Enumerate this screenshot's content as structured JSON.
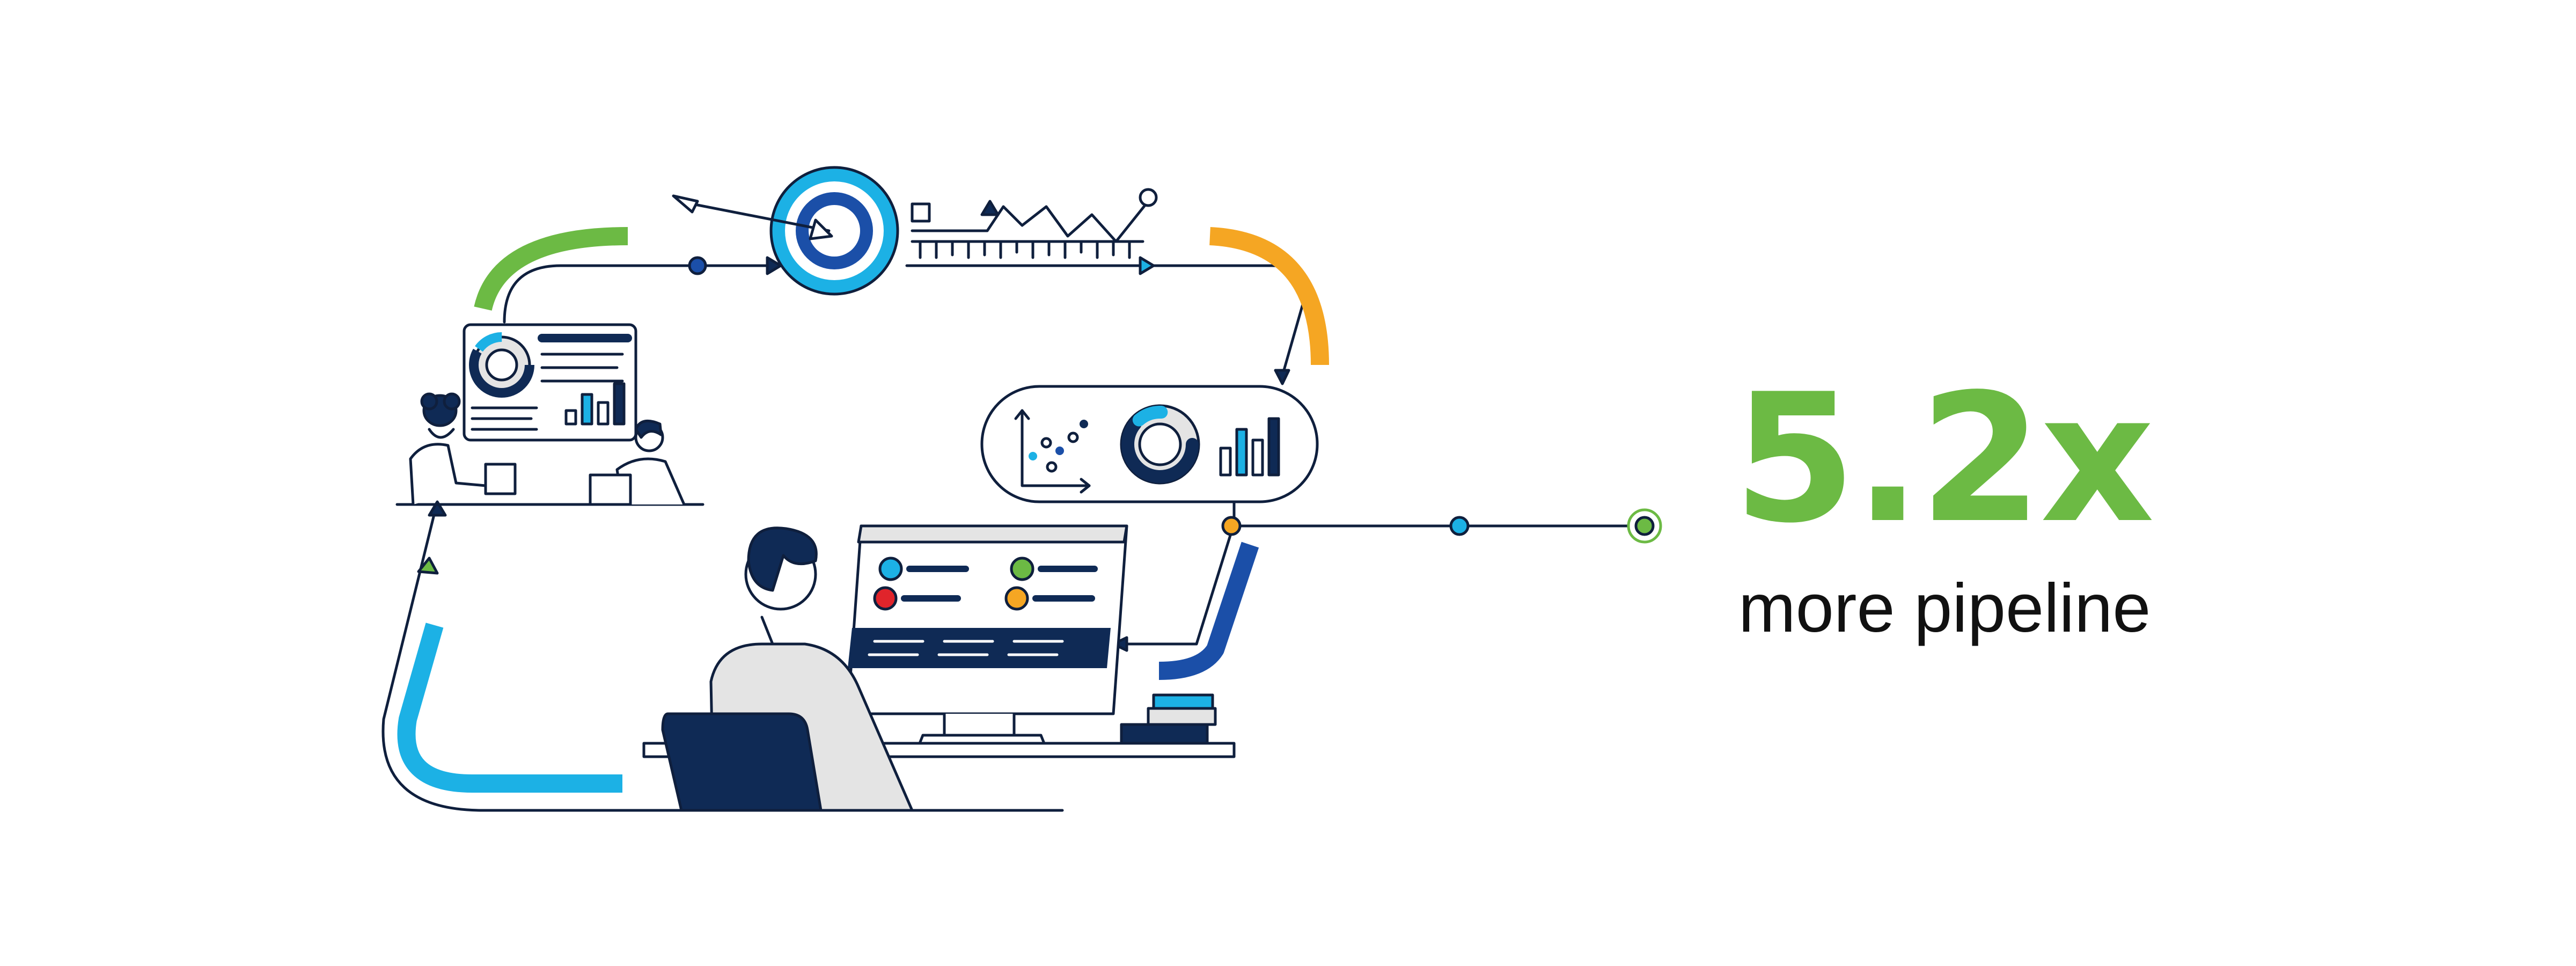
{
  "stat": {
    "value": "5.2x",
    "label": "more pipeline"
  },
  "colors": {
    "green": "#6cba44",
    "navy": "#0f2a55",
    "cyan": "#1cb1e5",
    "blue": "#1b4fa8",
    "orange": "#f5a623",
    "red": "#e0242b",
    "light_gray": "#e4e4e4",
    "outline": "#0f1f3d"
  },
  "illustration": {
    "elements": [
      "target-icon",
      "arrow-icon",
      "trend-line-icon",
      "ruler-ticks",
      "dashboard-card",
      "analytics-card",
      "monitor",
      "person-at-desk",
      "colleagues-meeting",
      "flow-connector"
    ]
  }
}
